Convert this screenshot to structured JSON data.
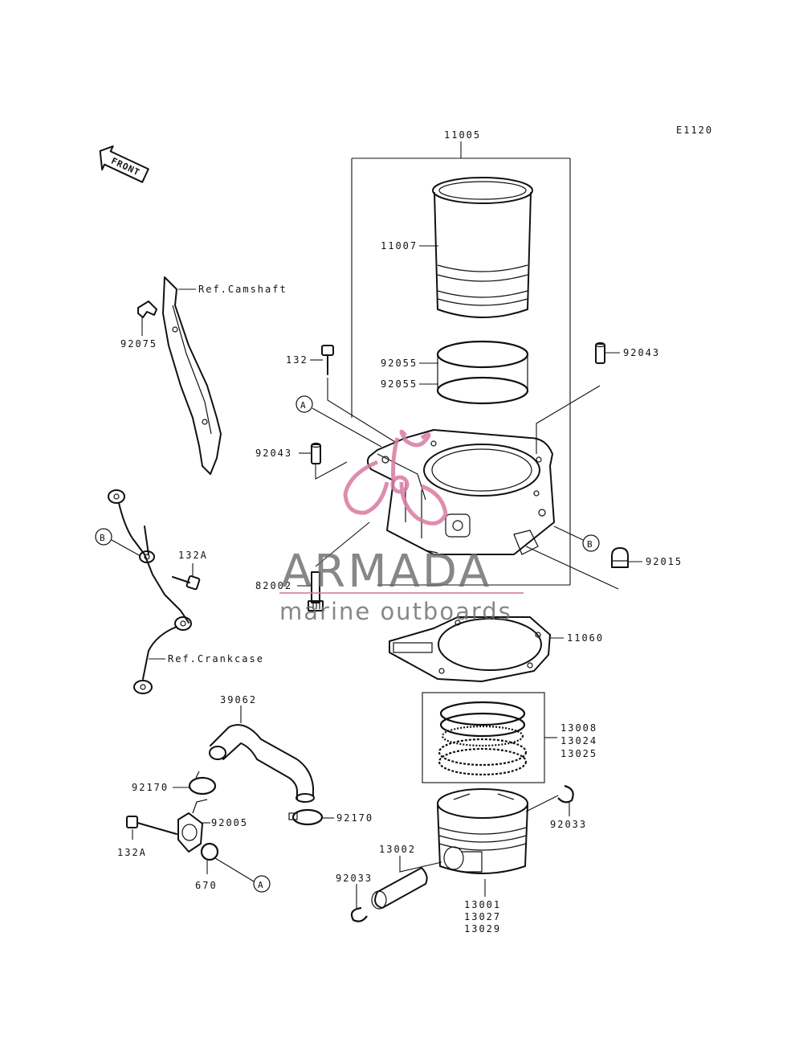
{
  "diagram": {
    "code": "E1120",
    "front_label": "FRONT",
    "refs": {
      "camshaft": "Ref.Camshaft",
      "crankcase": "Ref.Crankcase"
    },
    "markers": {
      "a": "A",
      "b": "B"
    },
    "parts": {
      "p11005": "11005",
      "p11007": "11007",
      "p92055a": "92055",
      "p92055b": "92055",
      "p92043a": "92043",
      "p92043b": "92043",
      "p132": "132",
      "p92075": "92075",
      "p132a_upper": "132A",
      "p82002": "82002",
      "p92015": "92015",
      "p11060": "11060",
      "p13008": "13008",
      "p13024": "13024",
      "p13025": "13025",
      "p39062": "39062",
      "p92170a": "92170",
      "p92170b": "92170",
      "p92005": "92005",
      "p132a_lower": "132A",
      "p670": "670",
      "p92033a": "92033",
      "p92033b": "92033",
      "p13002": "13002",
      "p13001": "13001",
      "p13027": "13027",
      "p13029": "13029"
    }
  },
  "watermark": {
    "brand": "ARMADA",
    "tagline": "marine outboards",
    "colors": {
      "accent": "#d87aa0",
      "text": "#6a6a6a"
    }
  }
}
